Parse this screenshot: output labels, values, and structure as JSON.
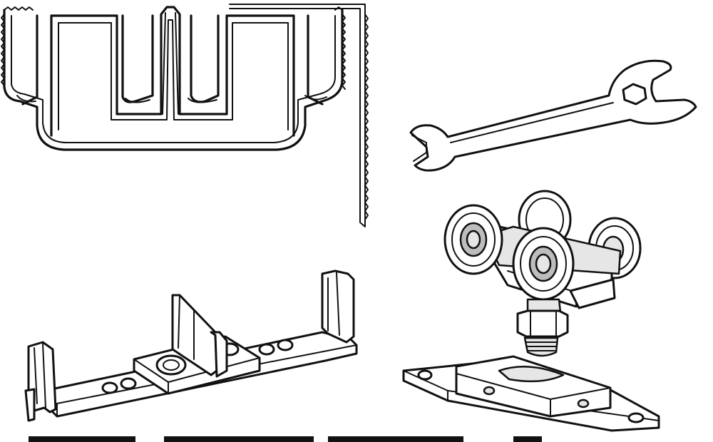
{
  "figure": {
    "parts": [
      {
        "part": "track",
        "icon": "aluminum-track-profile"
      },
      {
        "part": "wrench",
        "icon": "open-end-wrench"
      },
      {
        "part": "floor-guide",
        "icon": "floor-guide-bracket"
      },
      {
        "part": "roller-hanger",
        "icon": "four-wheel-roller-hanger"
      }
    ]
  }
}
